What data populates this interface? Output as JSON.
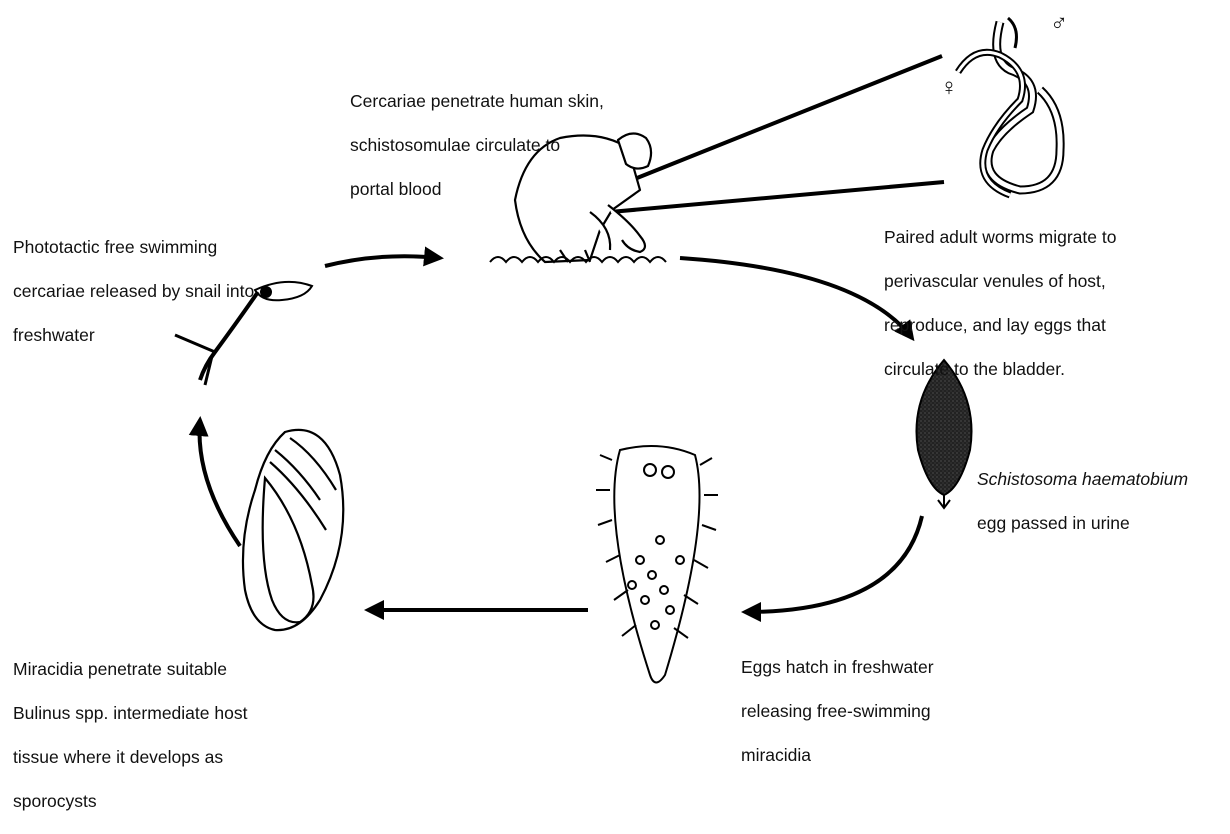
{
  "labels": {
    "cercariae_penetrate": [
      "Cercariae penetrate human skin,",
      "schistosomulae circulate to",
      "portal blood"
    ],
    "phototactic": [
      "Phototactic free swimming",
      "cercariae released by snail into",
      "freshwater"
    ],
    "paired_adult": [
      "Paired adult worms migrate to",
      "perivascular venules of host,",
      "reproduce, and lay eggs that",
      "circulate to the bladder."
    ],
    "egg_species": "Schistosoma haematobium",
    "egg_passed": "egg passed in urine",
    "eggs_hatch": [
      "Eggs hatch in freshwater",
      "releasing free-swimming",
      "miracidia"
    ],
    "miracidia_penetrate": [
      "Miracidia penetrate suitable",
      "Bulinus spp. intermediate host",
      "tissue where it develops as",
      "sporocysts"
    ]
  },
  "symbols": {
    "female": "♀",
    "male": "♂"
  }
}
